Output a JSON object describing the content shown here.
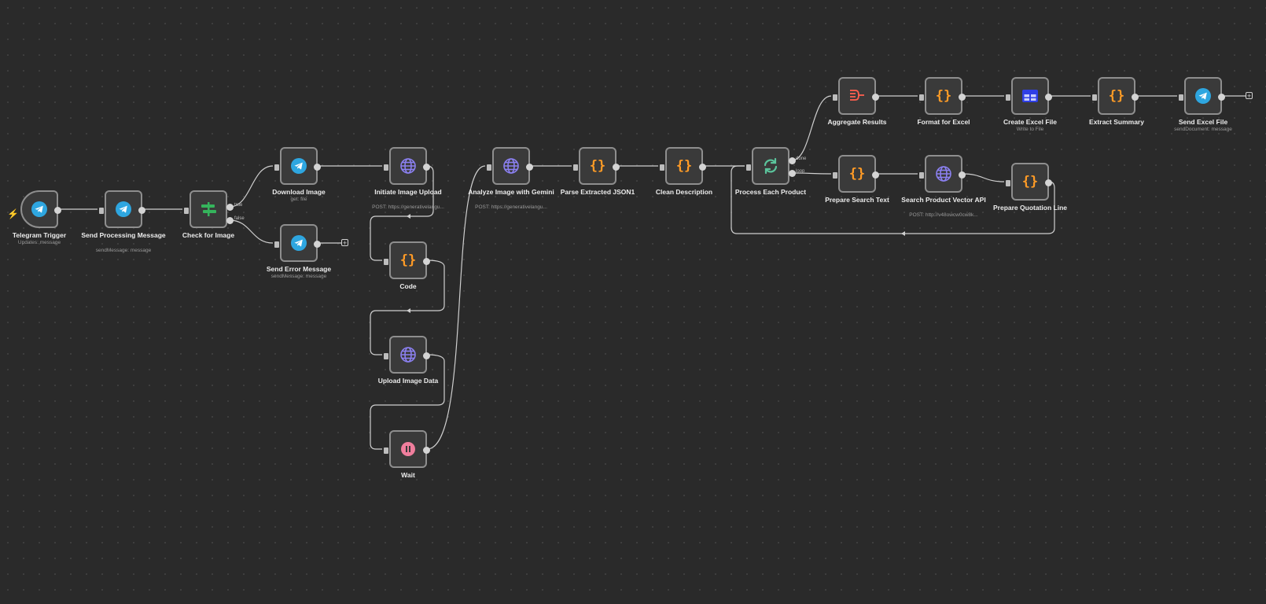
{
  "nodes": [
    {
      "id": "telegram-trigger",
      "label": "Telegram Trigger",
      "sub": "Updates: message",
      "icon": "telegram-icon"
    },
    {
      "id": "send-processing",
      "label": "Send Processing Message",
      "sub": "sendMessage: message",
      "icon": "telegram-icon"
    },
    {
      "id": "check-image",
      "label": "Check for Image",
      "sub": "",
      "icon": "if-branch-icon"
    },
    {
      "id": "download-image",
      "label": "Download Image",
      "sub": "get: file",
      "icon": "telegram-icon"
    },
    {
      "id": "send-error",
      "label": "Send Error Message",
      "sub": "sendMessage: message",
      "icon": "telegram-icon"
    },
    {
      "id": "initiate-upload",
      "label": "Initiate Image Upload",
      "sub": "POST: https://generativelangu...",
      "icon": "globe-icon"
    },
    {
      "id": "code",
      "label": "Code",
      "sub": "",
      "icon": "code-braces-icon"
    },
    {
      "id": "upload-image-data",
      "label": "Upload Image Data",
      "sub": "",
      "icon": "globe-icon"
    },
    {
      "id": "wait",
      "label": "Wait",
      "sub": "",
      "icon": "pause-icon"
    },
    {
      "id": "analyze-image",
      "label": "Analyze Image with Gemini",
      "sub": "POST: https://generativelangu...",
      "icon": "globe-icon"
    },
    {
      "id": "parse-json",
      "label": "Parse Extracted JSON1",
      "sub": "",
      "icon": "code-braces-icon"
    },
    {
      "id": "clean-description",
      "label": "Clean Description",
      "sub": "",
      "icon": "code-braces-icon"
    },
    {
      "id": "process-each",
      "label": "Process Each Product",
      "sub": "",
      "icon": "loop-icon"
    },
    {
      "id": "aggregate-results",
      "label": "Aggregate Results",
      "sub": "",
      "icon": "aggregate-icon"
    },
    {
      "id": "format-excel",
      "label": "Format for Excel",
      "sub": "",
      "icon": "code-braces-icon"
    },
    {
      "id": "create-excel",
      "label": "Create Excel File",
      "sub": "Write to File",
      "icon": "spreadsheet-icon"
    },
    {
      "id": "extract-summary",
      "label": "Extract Summary",
      "sub": "",
      "icon": "code-braces-icon"
    },
    {
      "id": "send-excel",
      "label": "Send Excel File",
      "sub": "sendDocument: message",
      "icon": "telegram-icon"
    },
    {
      "id": "prepare-search",
      "label": "Prepare Search Text",
      "sub": "",
      "icon": "code-braces-icon"
    },
    {
      "id": "search-vector",
      "label": "Search Product Vector API",
      "sub": "POST: http://v48owcw0cw8k...",
      "icon": "globe-icon"
    },
    {
      "id": "prepare-quotation",
      "label": "Prepare Quotation Line",
      "sub": "",
      "icon": "code-braces-icon"
    }
  ],
  "branch_labels": {
    "true": "true",
    "false": "false",
    "done": "done",
    "loop": "loop"
  },
  "add_node_symbol": "+",
  "trigger_symbol": "⚡",
  "colors": {
    "canvas": "#2a2a2a",
    "node_bg": "#3a3a3a",
    "node_border": "#8e8e8e",
    "edge": "#cfcfcf",
    "telegram": "#2ea6e0",
    "code": "#ff9b26",
    "globe": "#8b80f0",
    "if": "#35b45c",
    "loop": "#5bc49c",
    "aggregate": "#ff5f4f",
    "spreadsheet": "#2f3fe6",
    "wait": "#f07e9d"
  }
}
